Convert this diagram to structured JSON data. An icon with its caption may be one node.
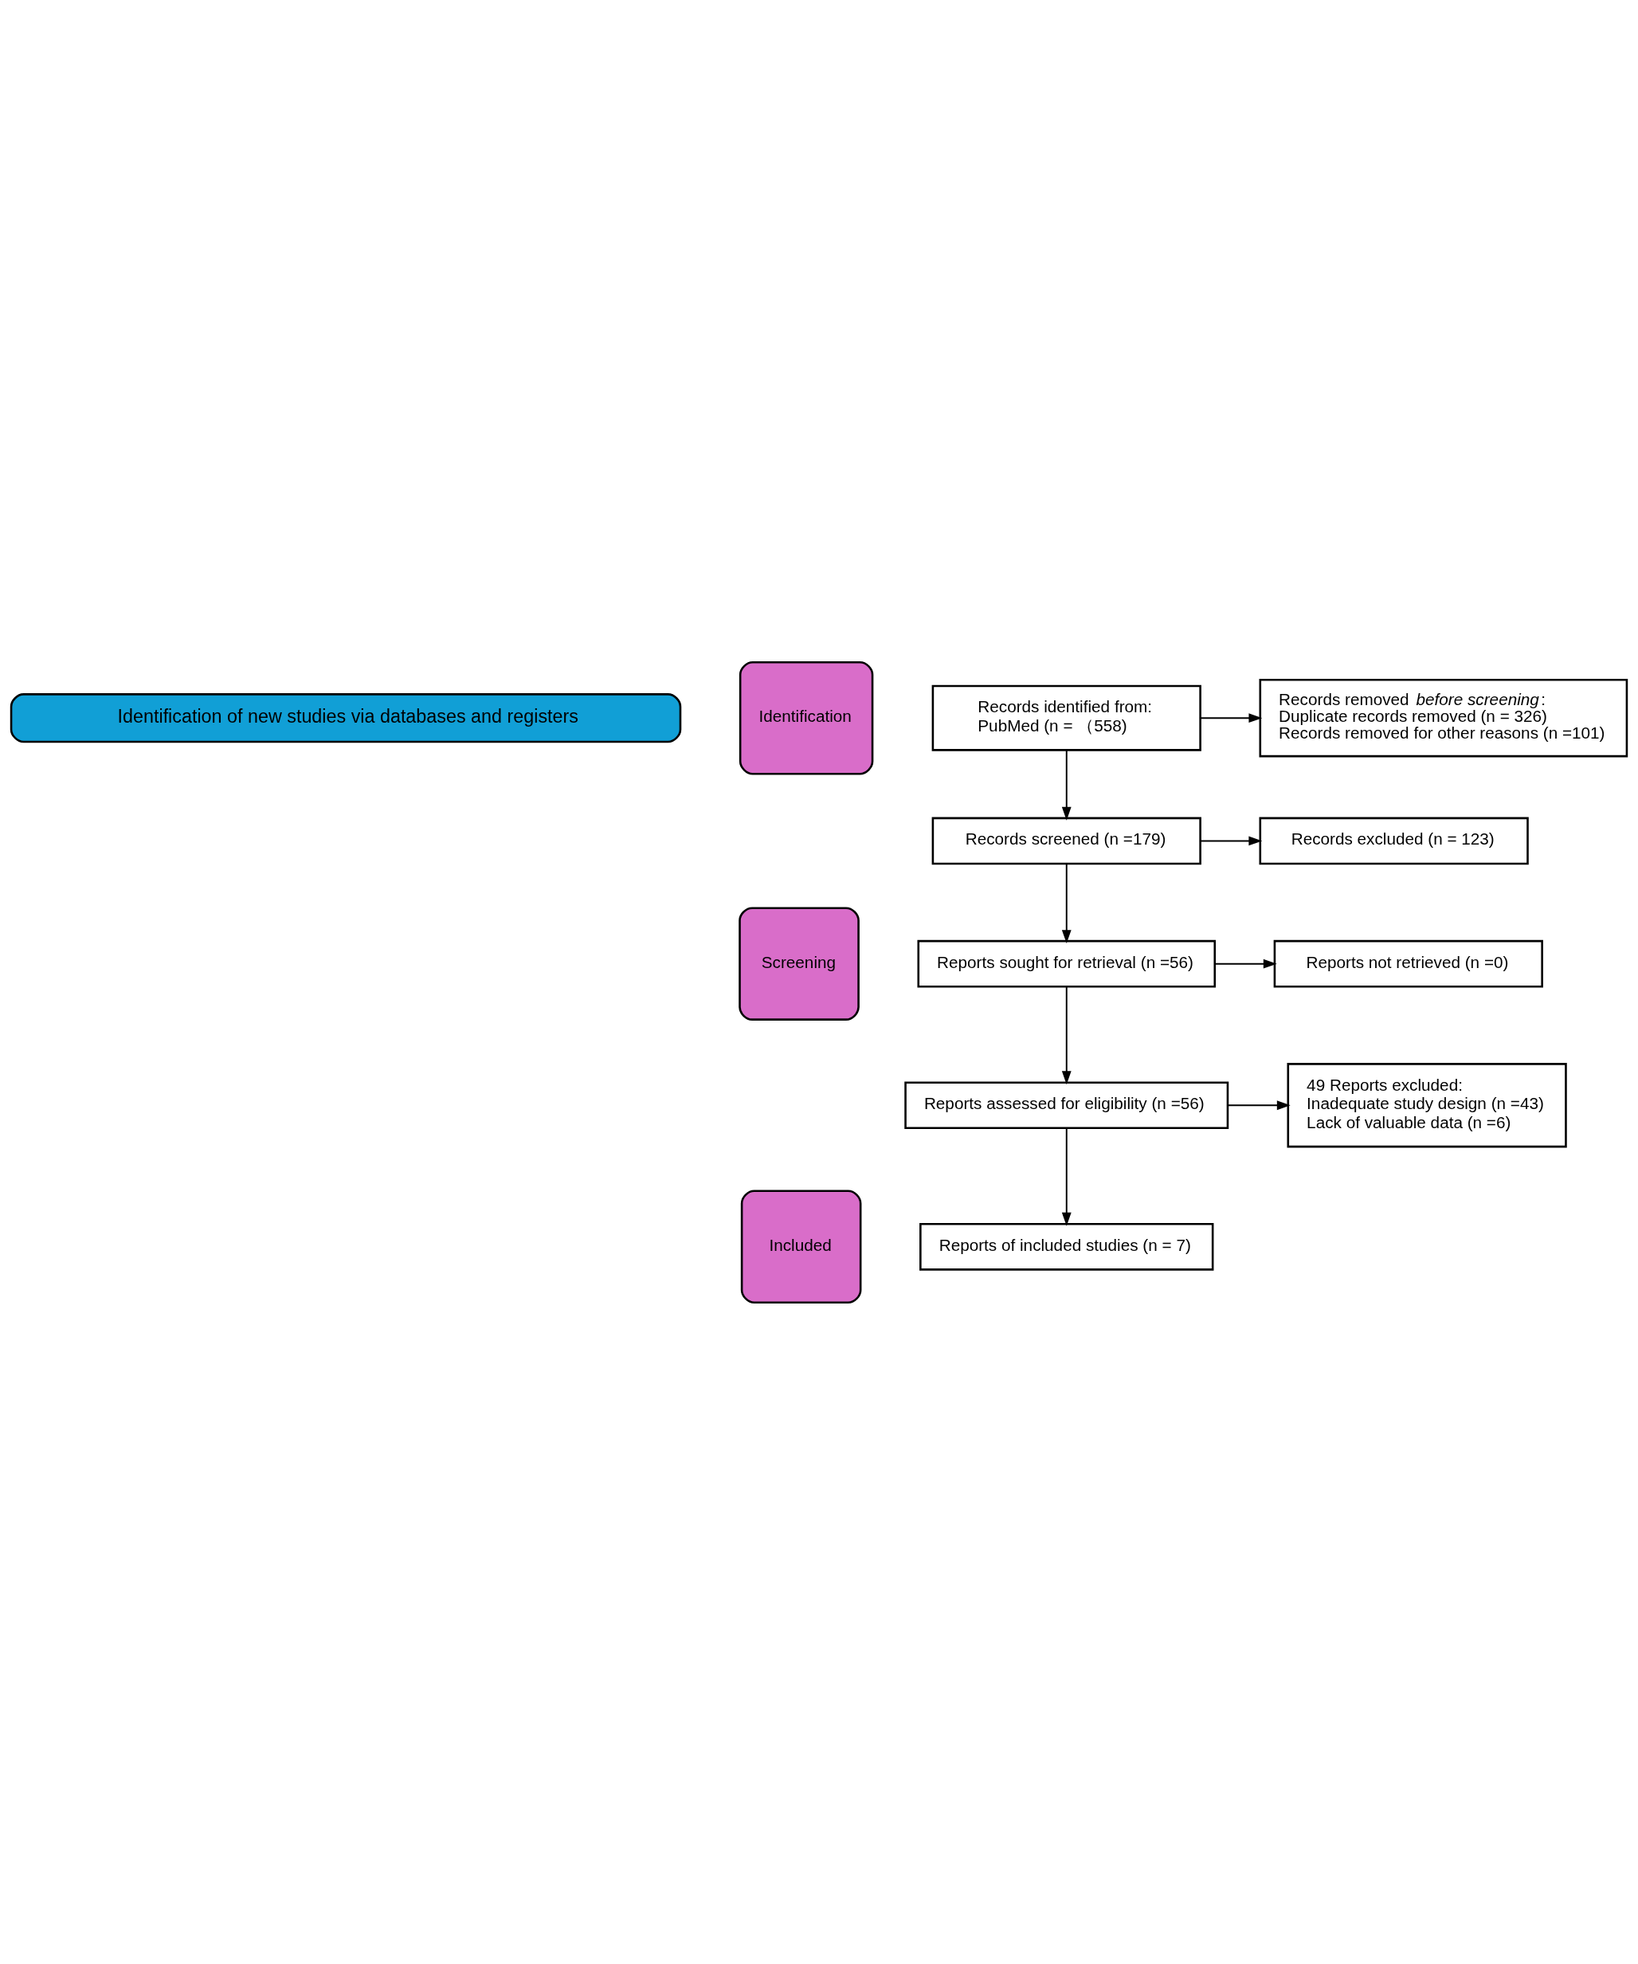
{
  "diagram": {
    "nodes": [
      {
        "text": [
          "Identification of new studies via databases and registers"
        ]
      },
      {
        "text": [
          "Identification"
        ]
      },
      {
        "text": [
          "Screening"
        ]
      },
      {
        "text": [
          "Included"
        ]
      },
      {
        "text": [
          "Records identified from:",
          "PubMed (n = （558)"
        ]
      },
      {
        "text": [
          "Records removed *before screening*:",
          "Duplicate records removed (n = 326)",
          "Records removed for other reasons (n =101)"
        ]
      },
      {
        "text": [
          "Records screened (n =179)"
        ]
      },
      {
        "text": [
          "Records excluded (n = 123)"
        ]
      },
      {
        "text": [
          "Reports sought for retrieval (n =56)"
        ]
      },
      {
        "text": [
          "Reports not retrieved (n =0)"
        ]
      },
      {
        "text": [
          "Reports assessed for eligibility (n =56)"
        ]
      },
      {
        "text": [
          "49 Reports excluded:",
          "Inadequate study design (n =43)",
          "Lack of valuable data (n =6)"
        ]
      },
      {
        "text": [
          "Reports of included studies (n = 7)"
        ]
      }
    ],
    "edges": [
      {
        "from": 4,
        "to": 5,
        "arrow": "to"
      },
      {
        "from": 4,
        "to": 6,
        "arrow": "to"
      },
      {
        "from": 6,
        "to": 7,
        "arrow": "to"
      },
      {
        "from": 6,
        "to": 8,
        "arrow": "to"
      },
      {
        "from": 8,
        "to": 9,
        "arrow": "to"
      },
      {
        "from": 8,
        "to": 10,
        "arrow": "to"
      },
      {
        "from": 10,
        "to": 11,
        "arrow": "to"
      },
      {
        "from": 10,
        "to": 12,
        "arrow": "to"
      }
    ]
  }
}
